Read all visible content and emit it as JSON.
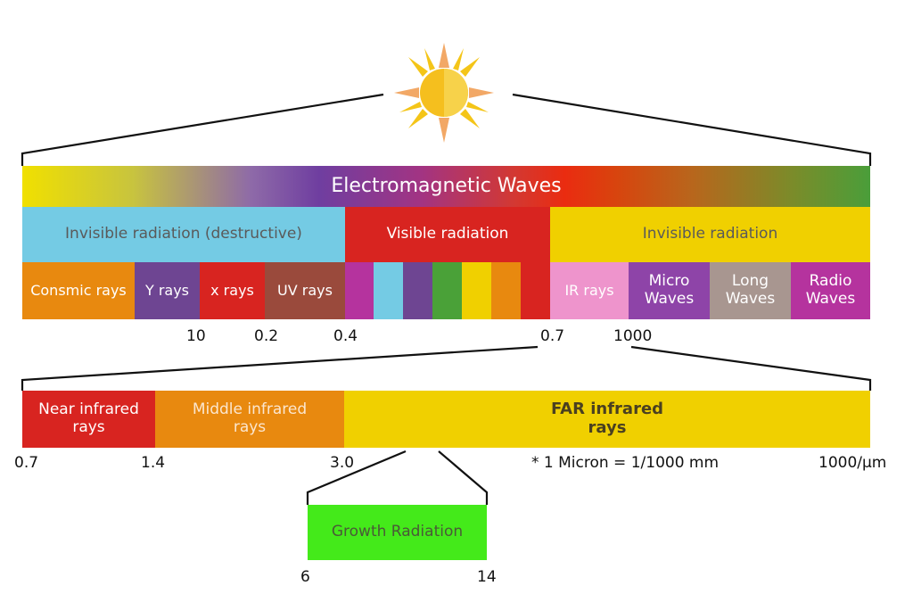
{
  "header": {
    "title": "Electromagnetic Waves"
  },
  "categories": {
    "invisible_destructive": "Invisible radiation (destructive)",
    "visible": "Visible radiation",
    "invisible": "Invisible radiation"
  },
  "rays": {
    "cosmic": "Consmic rays",
    "gamma": "Y rays",
    "x": "x rays",
    "uv": "UV rays",
    "ir": "IR rays",
    "micro_1": "Micro",
    "micro_2": "Waves",
    "long_1": "Long",
    "long_2": "Waves",
    "radio_1": "Radio",
    "radio_2": "Waves"
  },
  "scale_top": [
    "10",
    "0.2",
    "0.4",
    "0.7",
    "1000"
  ],
  "infrared": {
    "near_1": "Near infrared",
    "near_2": "rays",
    "middle_1": "Middle infrared",
    "middle_2": "rays",
    "far_1": "FAR infrared",
    "far_2": "rays"
  },
  "scale_ir": [
    "0.7",
    "1.4",
    "3.0",
    "1000/µm"
  ],
  "note": "* 1 Micron = 1/1000 mm",
  "growth": {
    "label": "Growth Radiation",
    "min": "6",
    "max": "14"
  },
  "colors": {
    "cyan": "#74cbe4",
    "red": "#d82420",
    "yellow": "#f0d000",
    "orange": "#e8890f",
    "purple": "#6e4592",
    "brown": "#9a4a3c",
    "pink": "#ee94cc",
    "violet": "#8e44a8",
    "taupe": "#a89690",
    "magenta": "#b5339e",
    "green": "#4aa138",
    "lime": "#44ea1a"
  }
}
